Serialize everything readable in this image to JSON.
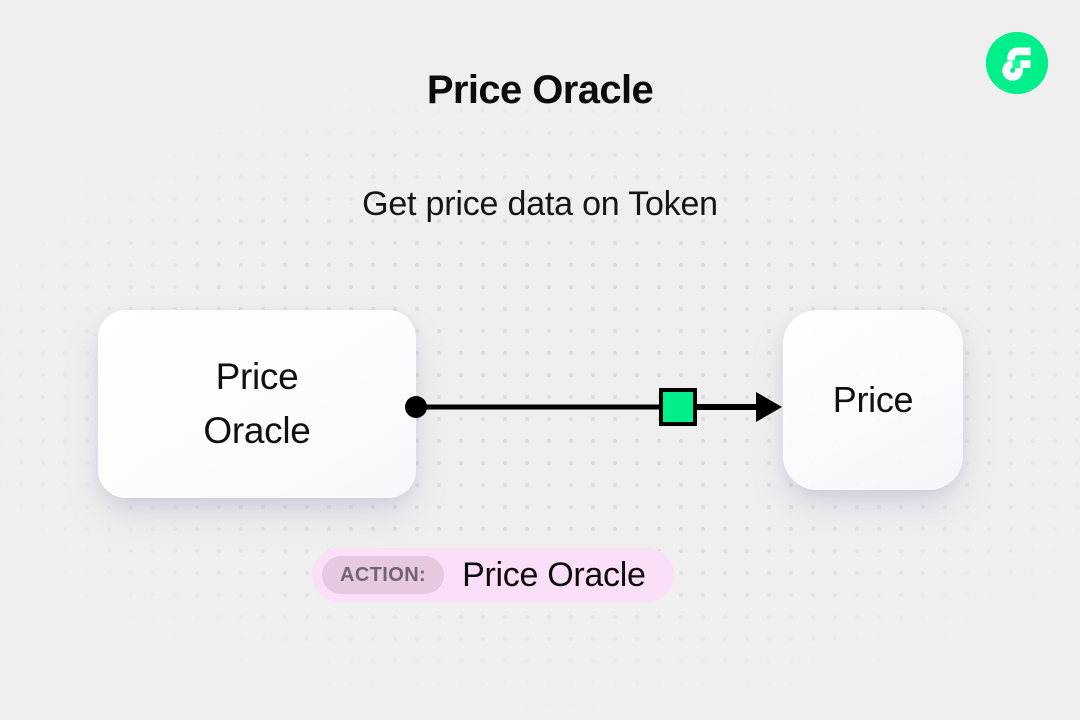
{
  "page": {
    "title": "Price Oracle",
    "subtitle": "Get price data on Token",
    "background_color": "#efefef"
  },
  "brand": {
    "logo_name": "flow-logo-icon",
    "logo_circle_color": "#00ef8b",
    "logo_mark_color": "#ffffff",
    "logo_accent_color": "#16ff99"
  },
  "diagram": {
    "type": "flow",
    "nodes": [
      {
        "id": "source",
        "label": "Price\nOracle",
        "role": "source",
        "shape": "rounded-rectangle"
      },
      {
        "id": "target",
        "label": "Price",
        "role": "output",
        "shape": "rounded-square"
      }
    ],
    "edge": {
      "from": "source",
      "to": "target",
      "start_handle": "dot",
      "end_handle": "arrow",
      "midpoint_marker": "square",
      "marker_color": "#00ef8b",
      "stroke_color": "#000000"
    }
  },
  "action_badge": {
    "chip_label": "ACTION:",
    "value": "Price Oracle",
    "badge_color": "#fbdef7",
    "chip_color": "#e6c8e1",
    "chip_text_color": "#6f6472"
  }
}
